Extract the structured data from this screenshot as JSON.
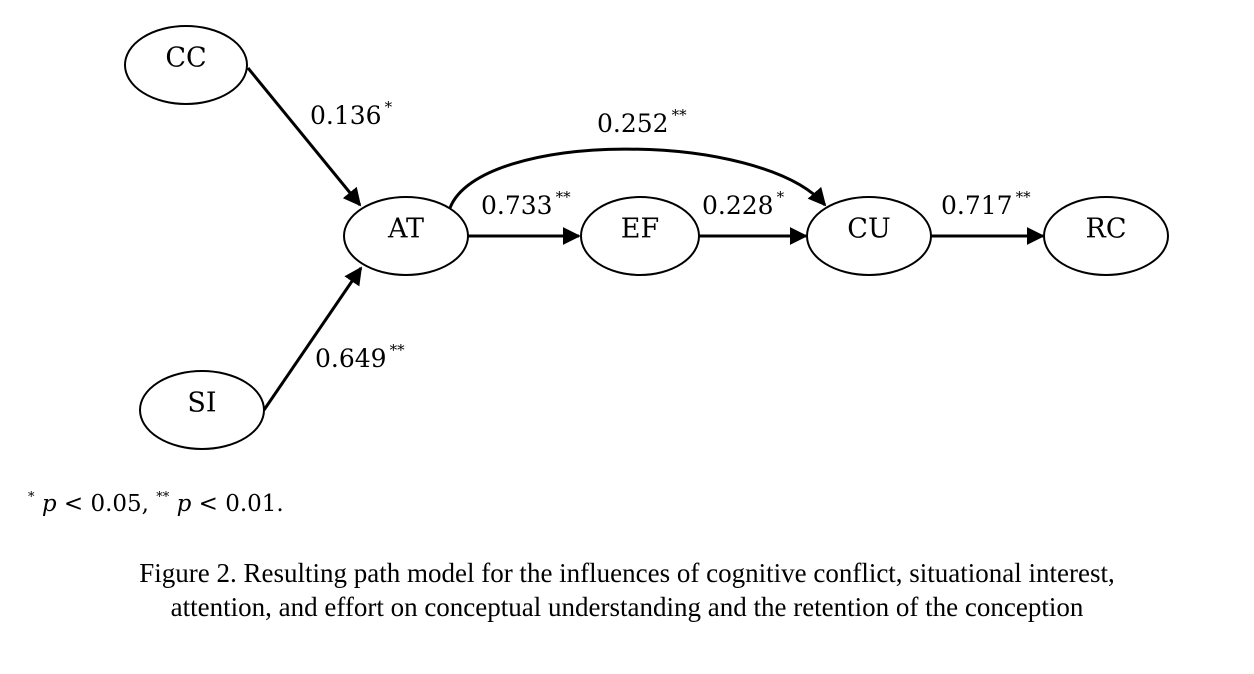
{
  "diagram": {
    "title": "Resulting path model",
    "nodes": [
      {
        "id": "CC",
        "label": "CC"
      },
      {
        "id": "SI",
        "label": "SI"
      },
      {
        "id": "AT",
        "label": "AT"
      },
      {
        "id": "EF",
        "label": "EF"
      },
      {
        "id": "CU",
        "label": "CU"
      },
      {
        "id": "RC",
        "label": "RC"
      }
    ],
    "edges": [
      {
        "from": "CC",
        "to": "AT",
        "coefficient": "0.136",
        "significance": "*"
      },
      {
        "from": "SI",
        "to": "AT",
        "coefficient": "0.649",
        "significance": "**"
      },
      {
        "from": "AT",
        "to": "EF",
        "coefficient": "0.733",
        "significance": "**"
      },
      {
        "from": "EF",
        "to": "CU",
        "coefficient": "0.228",
        "significance": "*"
      },
      {
        "from": "AT",
        "to": "CU",
        "coefficient": "0.252",
        "significance": "**"
      },
      {
        "from": "CU",
        "to": "RC",
        "coefficient": "0.717",
        "significance": "**"
      }
    ]
  },
  "note": {
    "sig1_mark": "*",
    "sig1_var": "p",
    "sig1_text": " < 0.05, ",
    "sig2_mark": "**",
    "sig2_var": "p",
    "sig2_text": " < 0.01."
  },
  "caption": {
    "line1": "Figure 2. Resulting path model for the influences of cognitive conflict, situational interest,",
    "line2": "attention, and effort on conceptual understanding and the retention of the conception"
  }
}
